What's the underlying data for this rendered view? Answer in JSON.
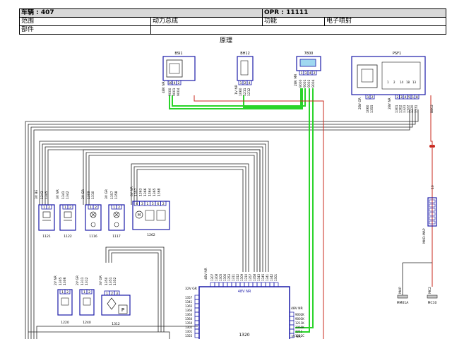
{
  "header": {
    "vehicle_label": "车辆",
    "vehicle_value": "407",
    "opr_label": "OPR",
    "opr_value": "11111",
    "scope_label": "范围",
    "powertrain": "动力总成",
    "function_label": "功能",
    "function_value": "电子喷射",
    "part_label": "部件"
  },
  "caption": "原理",
  "components": {
    "bsi": {
      "code": "BSI1",
      "tag": "4BV NR",
      "pins": [
        "10",
        "4",
        "2"
      ],
      "wires": [
        "9000",
        "9001",
        "9004"
      ]
    },
    "bh12": {
      "code": "BH12",
      "tag": "1V NR",
      "pins": [
        "1",
        "2",
        "4"
      ],
      "wires": [
        "1060",
        "1211",
        "1212"
      ]
    },
    "c7800": {
      "code": "7800",
      "tag": "2BV MR",
      "pins": [
        "1",
        "3",
        "4",
        "2"
      ],
      "wires": [
        "9000",
        "9001",
        "9002",
        "9004"
      ]
    },
    "psf1": {
      "code": "PSF1",
      "tags": [
        "2BV GR",
        "2BV NR"
      ],
      "pins1": [
        "1",
        "2"
      ],
      "wires1": [
        "1060",
        "1355"
      ],
      "pins2": [
        "2",
        "3",
        "4",
        "5",
        "1",
        "8"
      ],
      "wires2": [
        "1301",
        "1302",
        "1321",
        "1322",
        "1320",
        "1331"
      ],
      "sub": [
        "1",
        "2",
        "14",
        "18",
        "13"
      ]
    },
    "bb02": {
      "code": "BB02"
    },
    "c1121": {
      "code": "1121",
      "tag": "3V BE",
      "pins": [
        "1",
        "2"
      ],
      "wires": [
        "1343",
        "1345"
      ]
    },
    "c1122": {
      "code": "1122",
      "tag": "3V NR",
      "pins": [
        "1",
        "2"
      ],
      "wires": [
        "1341",
        "1342"
      ]
    },
    "c1116": {
      "code": "1116",
      "tag": "3V GR",
      "pins": [
        "1",
        "2"
      ],
      "wires": [
        "1309",
        "1310"
      ]
    },
    "c1117": {
      "code": "1117",
      "tag": "3V GR",
      "pins": [
        "1",
        "2"
      ],
      "wires": [
        "1357",
        "1358"
      ]
    },
    "c1262": {
      "code": "1262",
      "tag": "6V NR",
      "pins": [
        "4",
        "3",
        "1",
        "5",
        "6",
        "2"
      ],
      "wires": [
        "1357",
        "1363",
        "1366",
        "1364",
        "1365",
        "1368"
      ]
    },
    "c1220": {
      "code": "1220",
      "tag": "2V NR",
      "pins": [
        "1",
        "2"
      ],
      "wires": [
        "1305",
        "1306"
      ]
    },
    "c1240": {
      "code": "1240",
      "tag": "2V GR",
      "pins": [
        "1",
        "2"
      ],
      "wires": [
        "1311",
        "1312"
      ]
    },
    "c1312": {
      "code": "1312",
      "tag": "3V GR",
      "pins": [
        "1",
        "2",
        "3"
      ],
      "wires": [
        "1350",
        "1351",
        "1352"
      ]
    },
    "c1320": {
      "code": "1320",
      "tag": "48V NR",
      "left_tag": "32V GR",
      "right_tag": "48V NR",
      "right_tag2": "3V NR",
      "top_tag": "48V NR",
      "top_wires": [
        "1307",
        "1308",
        "1305",
        "1306",
        "1353",
        "1311",
        "1312",
        "1309",
        "1310",
        "1357",
        "1358",
        "1343",
        "1345",
        "1341",
        "1342",
        "1301"
      ],
      "left_wires": [
        "1357",
        "1341",
        "1365",
        "1366",
        "1363",
        "1364",
        "1350",
        "1302",
        "1301",
        "1355"
      ],
      "right_wires": [
        "9002K",
        "9001K",
        "1211K",
        "1060K",
        "1211",
        "1212C"
      ]
    },
    "mkd": {
      "code": "MKD-MAP",
      "wire": "10"
    },
    "mm01a": {
      "code": "MM01A",
      "tag": "MAP"
    },
    "mc10": {
      "code": "MC10",
      "tag": "MC2"
    }
  }
}
